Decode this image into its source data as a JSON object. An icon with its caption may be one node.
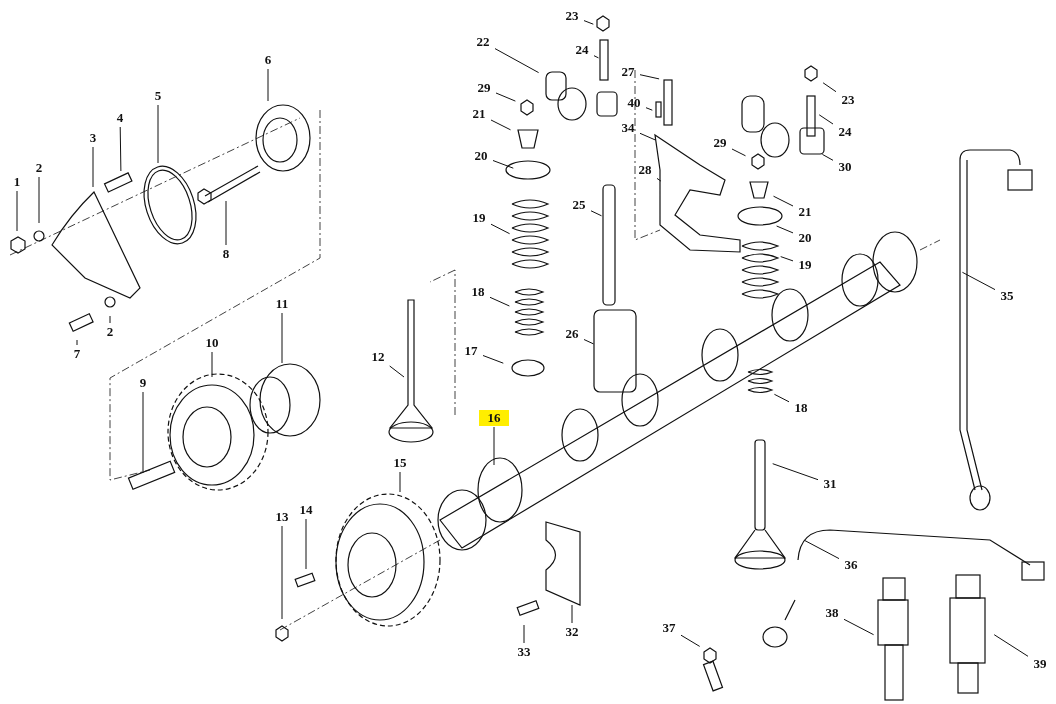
{
  "diagram": {
    "nodes": [
      {
        "text": [
          "23"
        ]
      },
      {
        "text": [
          "22"
        ]
      },
      {
        "text": [
          "24"
        ]
      },
      {
        "text": [
          "6"
        ]
      },
      {
        "text": [
          "29"
        ]
      },
      {
        "text": [
          "27"
        ]
      },
      {
        "text": [
          "23"
        ]
      },
      {
        "text": [
          "5"
        ]
      },
      {
        "text": [
          "40"
        ]
      },
      {
        "text": [
          "21"
        ]
      },
      {
        "text": [
          "4"
        ]
      },
      {
        "text": [
          "24"
        ]
      },
      {
        "text": [
          "3"
        ]
      },
      {
        "text": [
          "34"
        ]
      },
      {
        "text": [
          "29"
        ]
      },
      {
        "text": [
          "20"
        ]
      },
      {
        "text": [
          "30"
        ]
      },
      {
        "text": [
          "28"
        ]
      },
      {
        "text": [
          "2"
        ]
      },
      {
        "text": [
          "1"
        ]
      },
      {
        "text": [
          "21"
        ]
      },
      {
        "text": [
          "25"
        ]
      },
      {
        "text": [
          "19"
        ]
      },
      {
        "text": [
          "20"
        ]
      },
      {
        "text": [
          "8"
        ]
      },
      {
        "text": [
          "19"
        ]
      },
      {
        "text": [
          "35"
        ]
      },
      {
        "text": [
          "18"
        ]
      },
      {
        "text": [
          "11"
        ]
      },
      {
        "text": [
          "2"
        ]
      },
      {
        "text": [
          "26"
        ]
      },
      {
        "text": [
          "17"
        ]
      },
      {
        "text": [
          "7"
        ]
      },
      {
        "text": [
          "10"
        ]
      },
      {
        "text": [
          "12"
        ]
      },
      {
        "text": [
          "9"
        ]
      },
      {
        "text": [
          "18"
        ]
      },
      {
        "text": [
          "16"
        ]
      },
      {
        "text": [
          "15"
        ]
      },
      {
        "text": [
          "31"
        ]
      },
      {
        "text": [
          "14"
        ]
      },
      {
        "text": [
          "13"
        ]
      },
      {
        "text": [
          "36"
        ]
      },
      {
        "text": [
          "38"
        ]
      },
      {
        "text": [
          "32"
        ]
      },
      {
        "text": [
          "37"
        ]
      },
      {
        "text": [
          "33"
        ]
      },
      {
        "text": [
          "39"
        ]
      }
    ],
    "edges": [
      {
        "from": 0,
        "to": null,
        "arrow": "none"
      },
      {
        "from": 1,
        "to": null,
        "arrow": "none"
      },
      {
        "from": 2,
        "to": null,
        "arrow": "none"
      },
      {
        "from": 3,
        "to": null,
        "arrow": "none"
      },
      {
        "from": 4,
        "to": null,
        "arrow": "none"
      },
      {
        "from": 5,
        "to": null,
        "arrow": "none"
      },
      {
        "from": 6,
        "to": null,
        "arrow": "none"
      },
      {
        "from": 7,
        "to": null,
        "arrow": "none"
      },
      {
        "from": 8,
        "to": null,
        "arrow": "none"
      },
      {
        "from": 9,
        "to": null,
        "arrow": "none"
      },
      {
        "from": 10,
        "to": null,
        "arrow": "none"
      },
      {
        "from": 11,
        "to": null,
        "arrow": "none"
      },
      {
        "from": 12,
        "to": null,
        "arrow": "none"
      },
      {
        "from": 13,
        "to": null,
        "arrow": "none"
      },
      {
        "from": 14,
        "to": null,
        "arrow": "none"
      },
      {
        "from": 15,
        "to": null,
        "arrow": "none"
      },
      {
        "from": 16,
        "to": null,
        "arrow": "none"
      },
      {
        "from": 17,
        "to": null,
        "arrow": "none"
      },
      {
        "from": 18,
        "to": null,
        "arrow": "none"
      },
      {
        "from": 19,
        "to": null,
        "arrow": "none"
      },
      {
        "from": 20,
        "to": null,
        "arrow": "none"
      },
      {
        "from": 21,
        "to": null,
        "arrow": "none"
      },
      {
        "from": 22,
        "to": null,
        "arrow": "none"
      },
      {
        "from": 23,
        "to": null,
        "arrow": "none"
      },
      {
        "from": 24,
        "to": null,
        "arrow": "none"
      },
      {
        "from": 25,
        "to": null,
        "arrow": "none"
      },
      {
        "from": 26,
        "to": null,
        "arrow": "none"
      },
      {
        "from": 27,
        "to": null,
        "arrow": "none"
      },
      {
        "from": 28,
        "to": null,
        "arrow": "none"
      },
      {
        "from": 29,
        "to": null,
        "arrow": "none"
      },
      {
        "from": 30,
        "to": null,
        "arrow": "none"
      },
      {
        "from": 31,
        "to": null,
        "arrow": "none"
      },
      {
        "from": 32,
        "to": null,
        "arrow": "none"
      },
      {
        "from": 33,
        "to": null,
        "arrow": "none"
      },
      {
        "from": 34,
        "to": null,
        "arrow": "none"
      },
      {
        "from": 35,
        "to": null,
        "arrow": "none"
      },
      {
        "from": 36,
        "to": null,
        "arrow": "none"
      },
      {
        "from": 37,
        "to": null,
        "arrow": "none"
      },
      {
        "from": 38,
        "to": null,
        "arrow": "none"
      },
      {
        "from": 39,
        "to": null,
        "arrow": "none"
      },
      {
        "from": 40,
        "to": null,
        "arrow": "none"
      },
      {
        "from": 41,
        "to": null,
        "arrow": "none"
      },
      {
        "from": 42,
        "to": null,
        "arrow": "none"
      },
      {
        "from": 43,
        "to": null,
        "arrow": "none"
      },
      {
        "from": 44,
        "to": null,
        "arrow": "none"
      },
      {
        "from": 45,
        "to": null,
        "arrow": "none"
      },
      {
        "from": 46,
        "to": null,
        "arrow": "none"
      },
      {
        "from": 47,
        "to": null,
        "arrow": "none"
      }
    ]
  }
}
